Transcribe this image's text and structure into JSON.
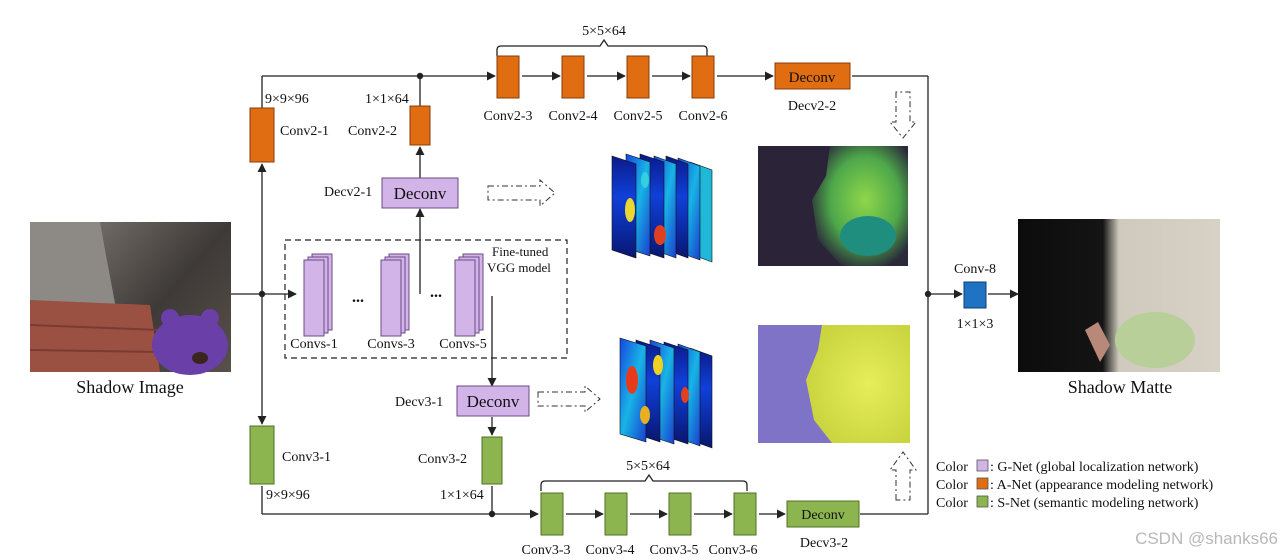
{
  "labels": {
    "shadow_image": "Shadow Image",
    "shadow_matte": "Shadow Matte",
    "watermark": "CSDN @shanks66",
    "vgg_line1": "Fine-tuned",
    "vgg_line2": "VGG model",
    "convs1": "Convs-1",
    "convs3": "Convs-3",
    "convs5": "Convs-5",
    "ellipsis": "...",
    "deconv": "Deconv",
    "decv2_1": "Decv2-1",
    "decv3_1": "Decv3-1",
    "decv2_2": "Decv2-2",
    "decv3_2": "Decv3-2",
    "conv2_1": "Conv2-1",
    "conv2_2": "Conv2-2",
    "conv2_3": "Conv2-3",
    "conv2_4": "Conv2-4",
    "conv2_5": "Conv2-5",
    "conv2_6": "Conv2-6",
    "conv3_1": "Conv3-1",
    "conv3_2": "Conv3-2",
    "conv3_3": "Conv3-3",
    "conv3_4": "Conv3-4",
    "conv3_5": "Conv3-5",
    "conv3_6": "Conv3-6",
    "conv8": "Conv-8",
    "dim_9x9x96": "9×9×96",
    "dim_1x1x64": "1×1×64",
    "dim_5x5x64": "5×5×64",
    "dim_1x1x3": "1×1×3"
  },
  "legend": [
    {
      "prefix": "Color",
      "text": ": G-Net  (global localization network)",
      "color": "#D3B4E8"
    },
    {
      "prefix": "Color",
      "text": ": A-Net  (appearance modeling network)",
      "color": "#E06D12"
    },
    {
      "prefix": "Color",
      "text": ": S-Net  (semantic modeling network)",
      "color": "#8DB54F"
    }
  ],
  "colors": {
    "g_net": "#D3B4E8",
    "a_net": "#E06D12",
    "s_net": "#8DB54F",
    "conv8": "#1F73C2"
  }
}
